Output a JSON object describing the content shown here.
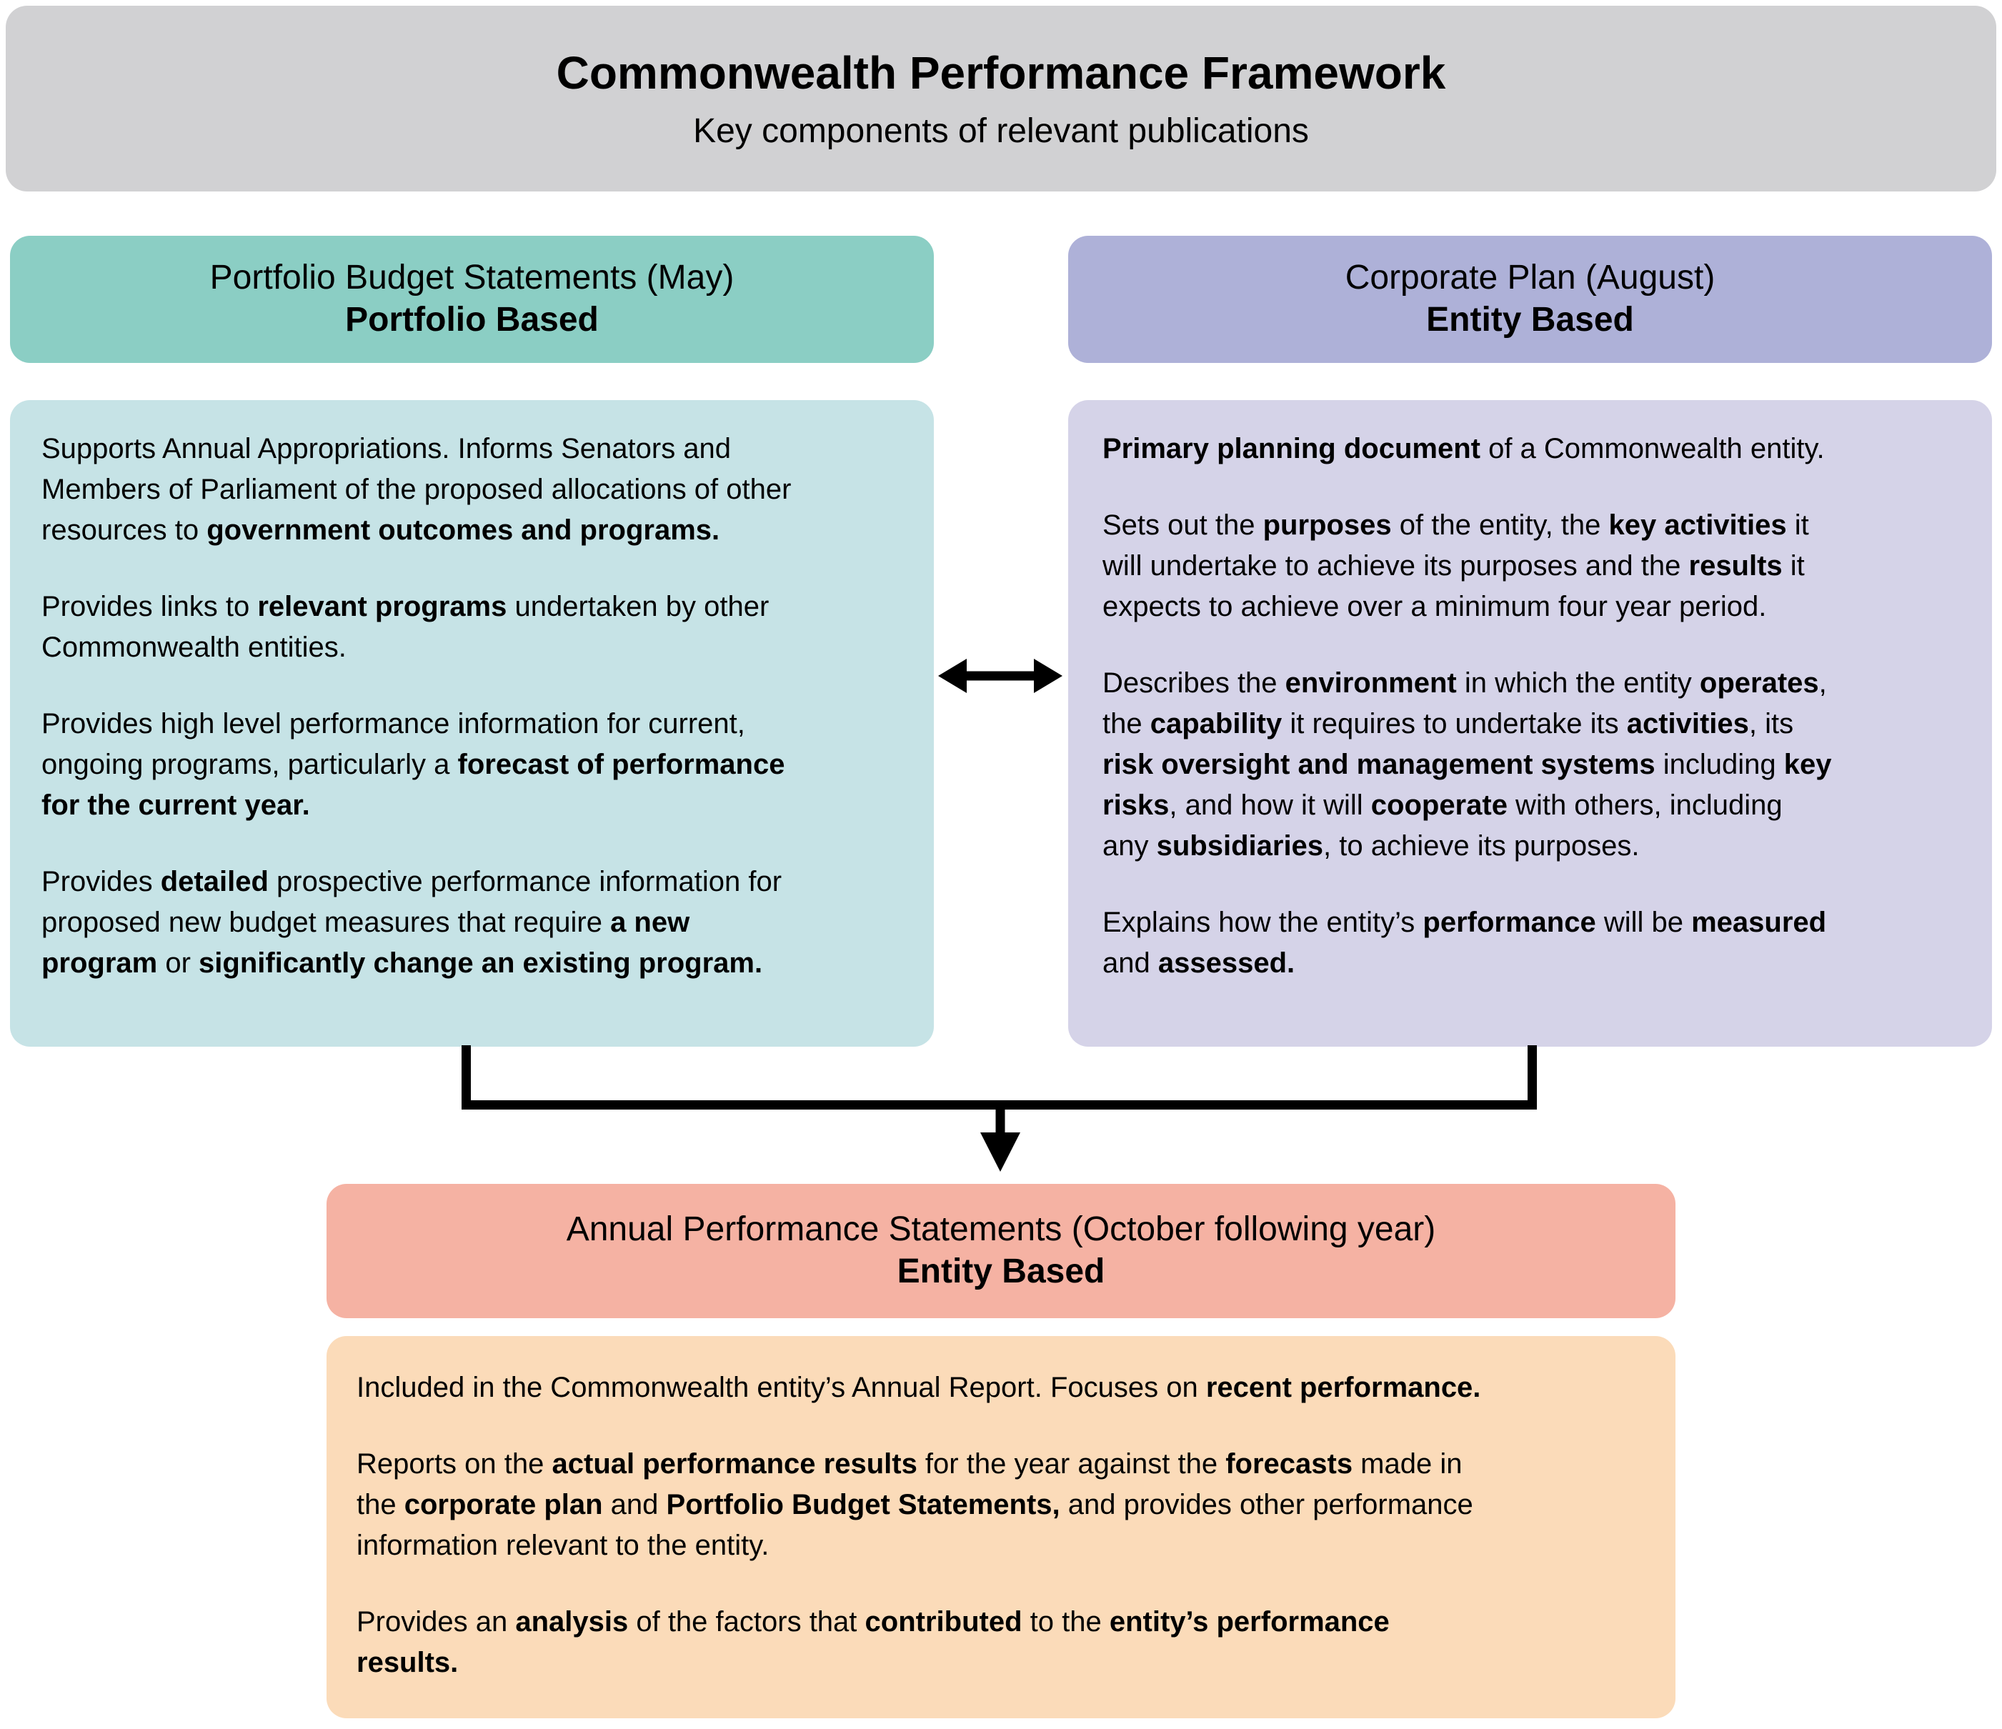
{
  "banner": {
    "title": "Commonwealth Performance Framework",
    "subtitle": "Key components of relevant publications"
  },
  "colors": {
    "banner_bg": "#D1D1D3",
    "teal_header_bg": "#8BCEC4",
    "teal_body_bg": "#C6E3E6",
    "purple_header_bg": "#AEB1D8",
    "purple_body_bg": "#D5D3E8",
    "salmon_header_bg": "#F5B2A3",
    "orange_body_bg": "#FBDBB9",
    "line_color": "#000000"
  },
  "icons": {
    "exchange_arrow": "double-headed-horizontal-arrow",
    "down_arrow": "downward-arrow",
    "connector": "right-angle-connector-lines"
  },
  "portfolio_budget_statements": {
    "header_line1": "Portfolio Budget Statements (May)",
    "header_line2": "Portfolio Based",
    "paragraphs": [
      [
        {
          "t": "Supports Annual Appropriations. Informs Senators and"
        },
        {
          "br": true
        },
        {
          "t": "Members of Parliament of the proposed allocations of other"
        },
        {
          "br": true
        },
        {
          "t": "resources to "
        },
        {
          "t": "government outcomes and programs.",
          "b": true
        }
      ],
      [
        {
          "t": "Provides links to "
        },
        {
          "t": "relevant programs",
          "b": true
        },
        {
          "t": " undertaken by other"
        },
        {
          "br": true
        },
        {
          "t": "Commonwealth entities."
        }
      ],
      [
        {
          "t": "Provides high level performance information for current,"
        },
        {
          "br": true
        },
        {
          "t": "ongoing programs, particularly a "
        },
        {
          "t": "forecast of performance",
          "b": true
        },
        {
          "br": true
        },
        {
          "t": "for the current year.",
          "b": true
        }
      ],
      [
        {
          "t": "Provides "
        },
        {
          "t": "detailed",
          "b": true
        },
        {
          "t": " prospective performance information for"
        },
        {
          "br": true
        },
        {
          "t": "proposed new budget measures that require "
        },
        {
          "t": "a new",
          "b": true
        },
        {
          "br": true
        },
        {
          "t": "program",
          "b": true
        },
        {
          "t": " or "
        },
        {
          "t": "significantly change an existing program.",
          "b": true
        }
      ]
    ]
  },
  "corporate_plan": {
    "header_line1": "Corporate Plan (August)",
    "header_line2": "Entity Based",
    "paragraphs": [
      [
        {
          "t": "Primary planning document",
          "b": true
        },
        {
          "t": " of a Commonwealth entity."
        }
      ],
      [
        {
          "t": "Sets out the "
        },
        {
          "t": "purposes",
          "b": true
        },
        {
          "t": " of the entity, the "
        },
        {
          "t": "key activities",
          "b": true
        },
        {
          "t": " it"
        },
        {
          "br": true
        },
        {
          "t": "will undertake to achieve its purposes and the "
        },
        {
          "t": "results",
          "b": true
        },
        {
          "t": " it"
        },
        {
          "br": true
        },
        {
          "t": "expects to achieve over a minimum four year period."
        }
      ],
      [
        {
          "t": "Describes the "
        },
        {
          "t": "environment",
          "b": true
        },
        {
          "t": " in which the entity "
        },
        {
          "t": "operates",
          "b": true
        },
        {
          "t": ","
        },
        {
          "br": true
        },
        {
          "t": "the "
        },
        {
          "t": "capability",
          "b": true
        },
        {
          "t": " it requires to undertake its "
        },
        {
          "t": "activities",
          "b": true
        },
        {
          "t": ", its"
        },
        {
          "br": true
        },
        {
          "t": "risk oversight and management systems",
          "b": true
        },
        {
          "t": " including "
        },
        {
          "t": "key",
          "b": true
        },
        {
          "br": true
        },
        {
          "t": "risks",
          "b": true
        },
        {
          "t": ", and how it will "
        },
        {
          "t": "cooperate",
          "b": true
        },
        {
          "t": " with others, including"
        },
        {
          "br": true
        },
        {
          "t": "any "
        },
        {
          "t": "subsidiaries",
          "b": true
        },
        {
          "t": ", to achieve its purposes."
        }
      ],
      [
        {
          "t": "Explains how the entity’s "
        },
        {
          "t": "performance",
          "b": true
        },
        {
          "t": " will be "
        },
        {
          "t": "measured",
          "b": true
        },
        {
          "br": true
        },
        {
          "t": "and "
        },
        {
          "t": "assessed.",
          "b": true
        }
      ]
    ]
  },
  "annual_performance_statements": {
    "header_line1": "Annual Performance Statements (October following year)",
    "header_line2": "Entity Based",
    "paragraphs": [
      [
        {
          "t": "Included in the Commonwealth entity’s Annual Report. Focuses on "
        },
        {
          "t": "recent performance.",
          "b": true
        }
      ],
      [
        {
          "t": "Reports on the "
        },
        {
          "t": "actual performance results",
          "b": true
        },
        {
          "t": " for the year against the "
        },
        {
          "t": "forecasts",
          "b": true
        },
        {
          "t": " made in"
        },
        {
          "br": true
        },
        {
          "t": "the "
        },
        {
          "t": "corporate plan",
          "b": true
        },
        {
          "t": " and "
        },
        {
          "t": "Portfolio Budget Statements,",
          "b": true
        },
        {
          "t": " and provides other performance"
        },
        {
          "br": true
        },
        {
          "t": "information relevant to the entity."
        }
      ],
      [
        {
          "t": "Provides an "
        },
        {
          "t": "analysis",
          "b": true
        },
        {
          "t": " of the factors that "
        },
        {
          "t": "contributed",
          "b": true
        },
        {
          "t": " to the "
        },
        {
          "t": "entity’s performance",
          "b": true
        },
        {
          "br": true
        },
        {
          "t": "results.",
          "b": true
        }
      ]
    ]
  }
}
